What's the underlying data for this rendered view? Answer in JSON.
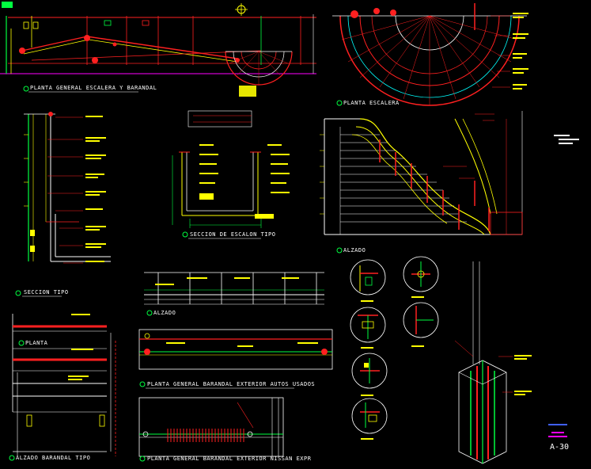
{
  "sheet": {
    "number": "A-30",
    "colors": {
      "background": "#000000",
      "red": "#ff2020",
      "green": "#00ff40",
      "yellow": "#ffff00",
      "cyan": "#00ffff",
      "white": "#ffffff",
      "magenta": "#ff00ff",
      "blue": "#4060ff"
    }
  },
  "views": {
    "plan_general": "PLANTA GENERAL ESCALERA Y BARANDAL",
    "plan_stair": "PLANTA ESCALERA",
    "section_typical": "SECCION TIPO",
    "step_section": "SECCION DE ESCALON TIPO",
    "elevation_stair": "ALZADO",
    "elevation_short": "ALZADO",
    "plan_small": "PLANTA",
    "plan_exterior_1": "PLANTA GENERAL BARANDAL EXTERIOR AUTOS USADOS",
    "elevation_railing": "ALZADO BARANDAL TIPO",
    "plan_exterior_2": "PLANTA GENERAL BARANDAL EXTERIOR NISSAN EXPR"
  }
}
